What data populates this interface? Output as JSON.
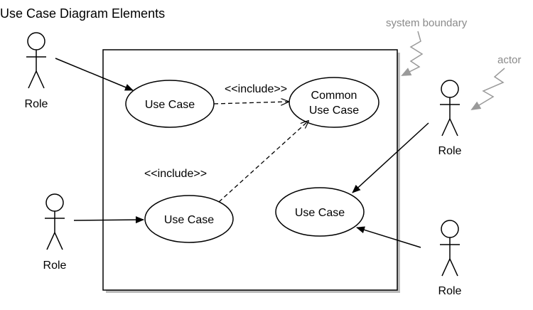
{
  "title": "Use Case Diagram Elements",
  "annotations": {
    "system_boundary": "system boundary",
    "actor": "actor"
  },
  "actors": [
    {
      "label": "Role"
    },
    {
      "label": "Role"
    },
    {
      "label": "Role"
    },
    {
      "label": "Role"
    }
  ],
  "use_cases": [
    {
      "lines": [
        "Use Case"
      ]
    },
    {
      "lines": [
        "Common",
        "Use Case"
      ]
    },
    {
      "lines": [
        "Use Case"
      ]
    },
    {
      "lines": [
        "Use Case"
      ]
    }
  ],
  "include_labels": [
    "<<include>>",
    "<<include>>"
  ],
  "colors": {
    "line": "#000000",
    "annotation": "#8a8a8a",
    "shadow": "#bdbdbd"
  }
}
